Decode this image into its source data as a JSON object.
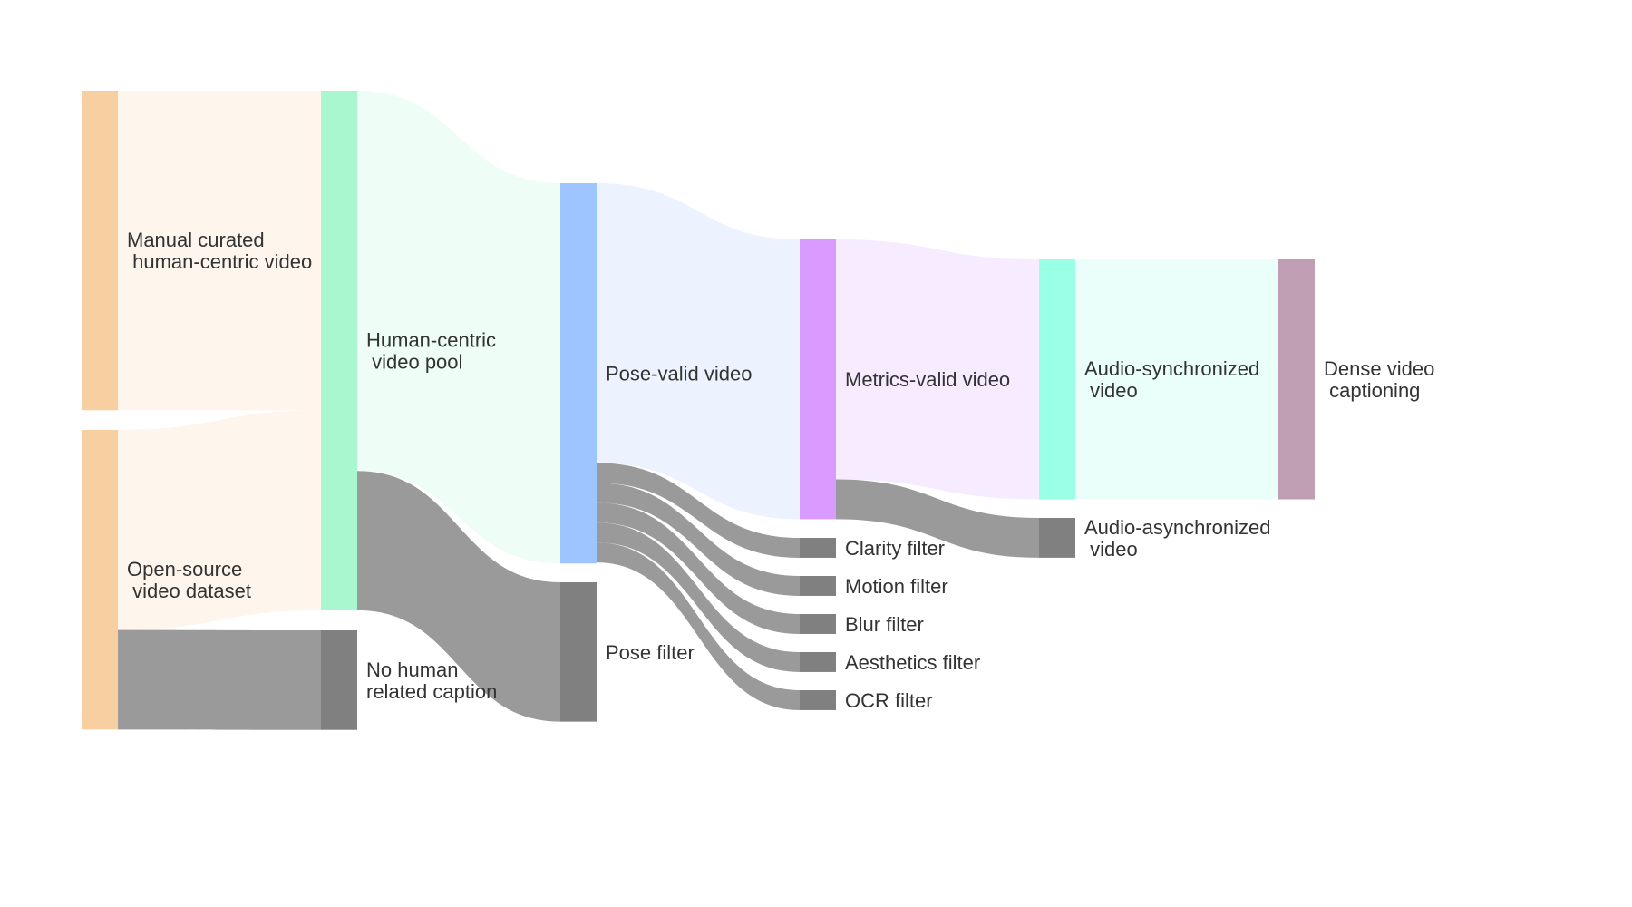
{
  "diagram": {
    "type": "sankey",
    "colors": {
      "source": "#f8cfa0",
      "pool": "#a9f7cf",
      "pose_valid": "#9ec5ff",
      "metrics_valid": "#d99bff",
      "audio_sync": "#99ffe5",
      "dense_caption": "#c09fb5",
      "filtered": "#808080",
      "filtered_link": "#9a9a9a"
    },
    "nodes": [
      {
        "id": "manual",
        "label_lines": [
          "Manual curated",
          " human-centric video"
        ],
        "color_key": "source"
      },
      {
        "id": "opensource",
        "label_lines": [
          "Open-source",
          " video dataset"
        ],
        "color_key": "source"
      },
      {
        "id": "pool",
        "label_lines": [
          "Human-centric",
          " video pool"
        ],
        "color_key": "pool"
      },
      {
        "id": "nohuman",
        "label_lines": [
          "No human",
          "related caption"
        ],
        "color_key": "filtered"
      },
      {
        "id": "posevalid",
        "label_lines": [
          "Pose-valid video"
        ],
        "color_key": "pose_valid"
      },
      {
        "id": "posefilter",
        "label_lines": [
          "Pose filter"
        ],
        "color_key": "filtered"
      },
      {
        "id": "metricsvalid",
        "label_lines": [
          "Metrics-valid video"
        ],
        "color_key": "metrics_valid"
      },
      {
        "id": "clarity",
        "label_lines": [
          "Clarity filter"
        ],
        "color_key": "filtered"
      },
      {
        "id": "motion",
        "label_lines": [
          "Motion filter"
        ],
        "color_key": "filtered"
      },
      {
        "id": "blur",
        "label_lines": [
          "Blur filter"
        ],
        "color_key": "filtered"
      },
      {
        "id": "aesthetics",
        "label_lines": [
          "Aesthetics filter"
        ],
        "color_key": "filtered"
      },
      {
        "id": "ocr",
        "label_lines": [
          "OCR filter"
        ],
        "color_key": "filtered"
      },
      {
        "id": "audiosync",
        "label_lines": [
          "Audio-synchronized",
          " video"
        ],
        "color_key": "audio_sync"
      },
      {
        "id": "audioasync",
        "label_lines": [
          "Audio-asynchronized",
          " video"
        ],
        "color_key": "filtered"
      },
      {
        "id": "dense",
        "label_lines": [
          "Dense video",
          " captioning"
        ],
        "color_key": "dense_caption"
      }
    ],
    "links": [
      {
        "source": "manual",
        "target": "pool",
        "value": 305
      },
      {
        "source": "opensource",
        "target": "pool",
        "value": 191
      },
      {
        "source": "opensource",
        "target": "nohuman",
        "value": 95
      },
      {
        "source": "pool",
        "target": "posevalid",
        "value": 363
      },
      {
        "source": "pool",
        "target": "posefilter",
        "value": 133
      },
      {
        "source": "nohuman",
        "target": "posefilter",
        "value": 0
      },
      {
        "source": "posevalid",
        "target": "metricsvalid",
        "value": 267
      },
      {
        "source": "posevalid",
        "target": "clarity",
        "value": 19
      },
      {
        "source": "posevalid",
        "target": "motion",
        "value": 19
      },
      {
        "source": "posevalid",
        "target": "blur",
        "value": 19
      },
      {
        "source": "posevalid",
        "target": "aesthetics",
        "value": 19
      },
      {
        "source": "posevalid",
        "target": "ocr",
        "value": 19
      },
      {
        "source": "metricsvalid",
        "target": "audiosync",
        "value": 229
      },
      {
        "source": "metricsvalid",
        "target": "audioasync",
        "value": 38
      },
      {
        "source": "audiosync",
        "target": "dense",
        "value": 229
      }
    ]
  }
}
